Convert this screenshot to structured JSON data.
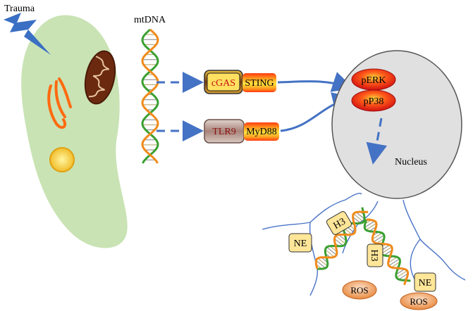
{
  "labels": {
    "trauma": "Trauma",
    "mtdna": "mtDNA",
    "cgas": "cGAS",
    "sting": "STING",
    "tlr9": "TLR9",
    "myd88": "MyD88",
    "perk": "pERK",
    "pp38": "pP38",
    "nucleus": "Nucleus",
    "ne_left": "NE",
    "h3_left": "H3",
    "h3_right": "H3",
    "ne_right": "NE",
    "ros_left": "ROS",
    "ros_right": "ROS"
  },
  "colors": {
    "cell_fill": "#c9e3b4",
    "arrow_blue": "#4472c4",
    "lightning": "#3a6fc4",
    "mitochondria": "#6b2a10",
    "golgi": "#ff7a1a",
    "nucleus_fill": "#e0e0e0",
    "red_gradient": "#e02010",
    "yellow_box": "#ffe699",
    "ros_fill": "#f4b183",
    "dna_green": "#3aa030",
    "dna_orange": "#f08a1a",
    "fiber_blue": "#4a74c8"
  }
}
